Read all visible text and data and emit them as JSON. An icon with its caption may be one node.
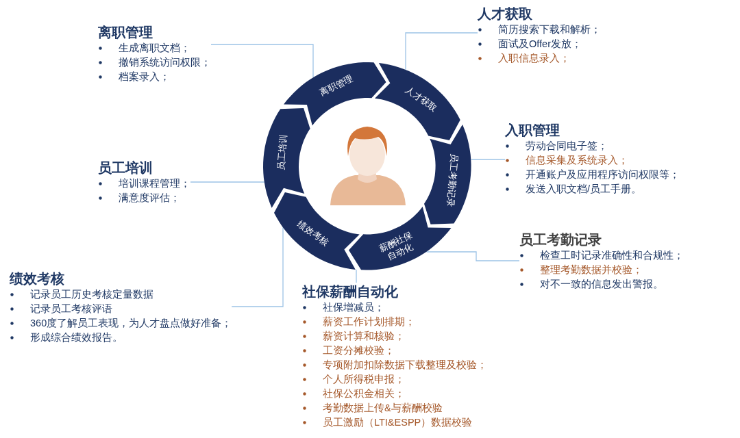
{
  "diagram": {
    "nodes": [
      {
        "text": [
          "人才获取"
        ]
      },
      {
        "text": [
          "员工考勤记录"
        ]
      },
      {
        "text": [
          "薪酬社保自动化"
        ]
      },
      {
        "text": [
          "绩效考核"
        ]
      },
      {
        "text": [
          "员工培训"
        ]
      },
      {
        "text": [
          "离职管理"
        ]
      },
      {
        "text": [
          "人才获取",
          "简历搜索下载和解析；",
          "面试及Offer发放；",
          "入职信息录入；"
        ]
      },
      {
        "text": [
          "离职管理",
          "生成离职文档；",
          "撤销系统访问权限；",
          "档案录入；"
        ]
      },
      {
        "text": [
          "入职管理",
          "劳动合同电子签；",
          "信息采集及系统录入；",
          "开通账户及应用程序访问权限等；",
          "发送入职文档/员工手册。"
        ]
      },
      {
        "text": [
          "员工培训",
          "培训课程管理；",
          "满意度评估；"
        ]
      },
      {
        "text": [
          "员工考勤记录",
          "检查工时记录准确性和合规性；",
          "整理考勤数据并校验；",
          "对不一致的信息发出警报。"
        ]
      },
      {
        "text": [
          "绩效考核",
          "记录员工历史考核定量数据",
          "记录员工考核评语",
          "360度了解员工表现，为人才盘点做好准备；",
          "形成综合绩效报告。"
        ]
      },
      {
        "text": [
          "社保薪酬自动化",
          "社保增减员；",
          "薪资工作计划排期；",
          "薪资计算和核验；",
          "工资分摊校验；",
          "专项附加扣除数据下载整理及校验；",
          "个人所得税申报；",
          "社保公积金相关；",
          "考勤数据上传&与薪酬校验",
          "员工激励（LTI&ESPP）数据校验"
        ]
      }
    ],
    "edges": [
      {
        "from": 6,
        "to": 0,
        "arrow": "none"
      },
      {
        "from": 7,
        "to": 5,
        "arrow": "none"
      },
      {
        "from": 8,
        "to": 1,
        "arrow": "none"
      },
      {
        "from": 9,
        "to": 4,
        "arrow": "none"
      },
      {
        "from": 10,
        "to": 2,
        "arrow": "none"
      },
      {
        "from": 11,
        "to": 3,
        "arrow": "none"
      },
      {
        "from": 12,
        "to": 2,
        "arrow": "none"
      }
    ]
  }
}
